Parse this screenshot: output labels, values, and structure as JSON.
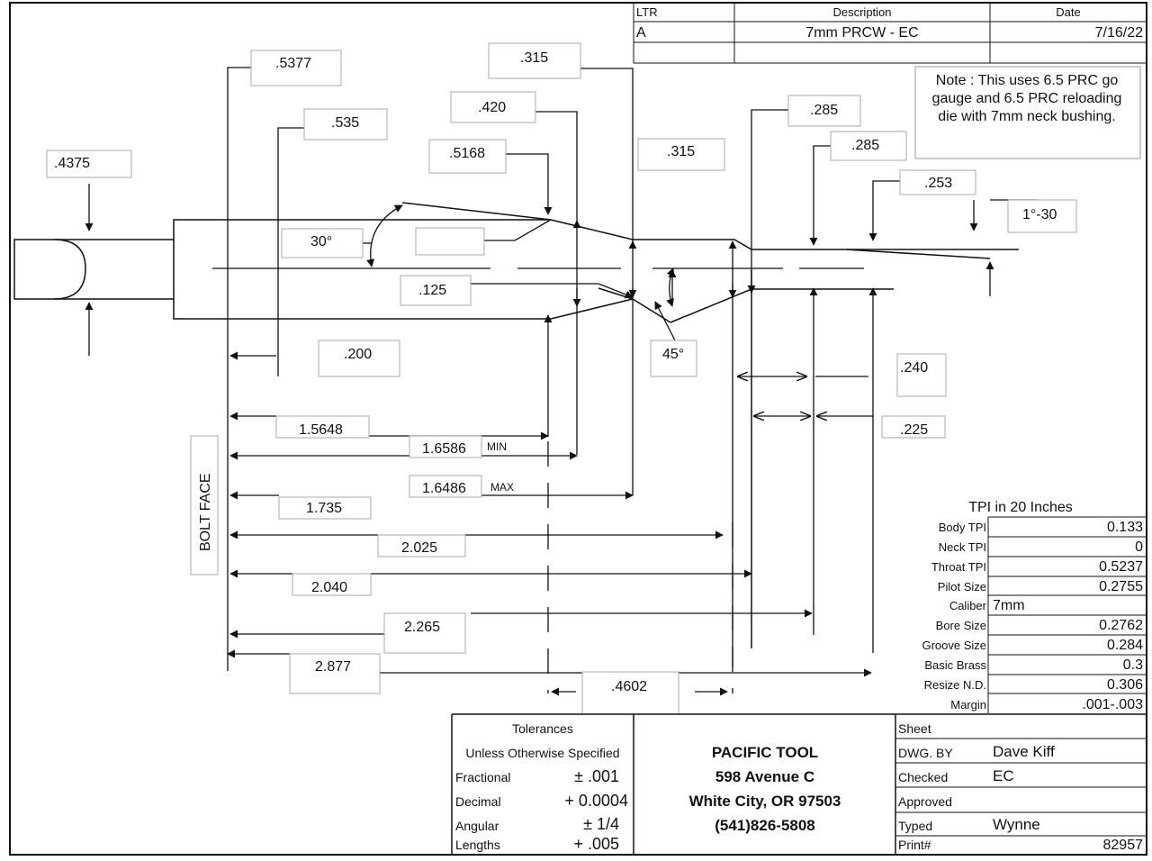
{
  "revision": {
    "headers": {
      "ltr": "LTR",
      "description": "Description",
      "date": "Date"
    },
    "rows": [
      {
        "ltr": "A",
        "description": "7mm PRCW - EC",
        "date": "7/16/22"
      }
    ]
  },
  "note": {
    "lines": [
      "Note : This uses 6.5 PRC go",
      "gauge and 6.5 PRC reloading",
      "die with 7mm neck bushing."
    ]
  },
  "dimensions": {
    "rim_dia": ".4375",
    "d_5377": ".5377",
    "d_535": ".535",
    "d_315_top": ".315",
    "d_420": ".420",
    "d_5168": ".5168",
    "d_315_mid": ".315",
    "d_285_a": ".285",
    "d_285_b": ".285",
    "d_253": ".253",
    "taper": "1°-30",
    "shoulder_angle": "30°",
    "d_125": ".125",
    "d_200": ".200",
    "throat_angle": "45°",
    "d_240": ".240",
    "d_225": ".225",
    "l_15648": "1.5648",
    "l_16586": "1.6586",
    "min_label": "MIN",
    "l_16486": "1.6486",
    "max_label": "MAX",
    "l_1735": "1.735",
    "l_2025": "2.025",
    "l_2040": "2.040",
    "l_2265": "2.265",
    "l_2877": "2.877",
    "d_4602": ".4602",
    "bolt_face": "BOLT FACE"
  },
  "tpi_table": {
    "title": "TPI in 20 Inches",
    "rows": [
      {
        "label": "Body TPI",
        "value": "0.133"
      },
      {
        "label": "Neck TPI",
        "value": "0"
      },
      {
        "label": "Throat TPI",
        "value": "0.5237"
      },
      {
        "label": "Pilot Size",
        "value": "0.2755"
      },
      {
        "label": "Caliber",
        "value": "7mm"
      },
      {
        "label": "Bore Size",
        "value": "0.2762"
      },
      {
        "label": "Groove Size",
        "value": "0.284"
      },
      {
        "label": "Basic Brass",
        "value": "0.3"
      },
      {
        "label": "Resize N.D.",
        "value": "0.306"
      },
      {
        "label": "Margin",
        "value": ".001-.003"
      }
    ]
  },
  "tolerances": {
    "title": "Tolerances",
    "subtitle": "Unless Otherwise Specified",
    "rows": [
      {
        "label": "Fractional",
        "value": "± .001"
      },
      {
        "label": "Decimal",
        "value": "+ 0.0004"
      },
      {
        "label": "Angular",
        "value": "± 1/4"
      },
      {
        "label": "Lengths",
        "value": "+ .005"
      }
    ]
  },
  "company": {
    "name": "PACIFIC TOOL",
    "address1": "598 Avenue C",
    "address2": "White City, OR 97503",
    "phone": "(541)826-5808"
  },
  "signoff": {
    "sheet_label": "Sheet",
    "dwg_by_label": "DWG. BY",
    "dwg_by_value": "Dave Kiff",
    "checked_label": "Checked",
    "checked_value": "EC",
    "approved_label": "Approved",
    "typed_label": "Typed",
    "typed_value": "Wynne",
    "print_label": "Print#",
    "print_value": "82957"
  }
}
